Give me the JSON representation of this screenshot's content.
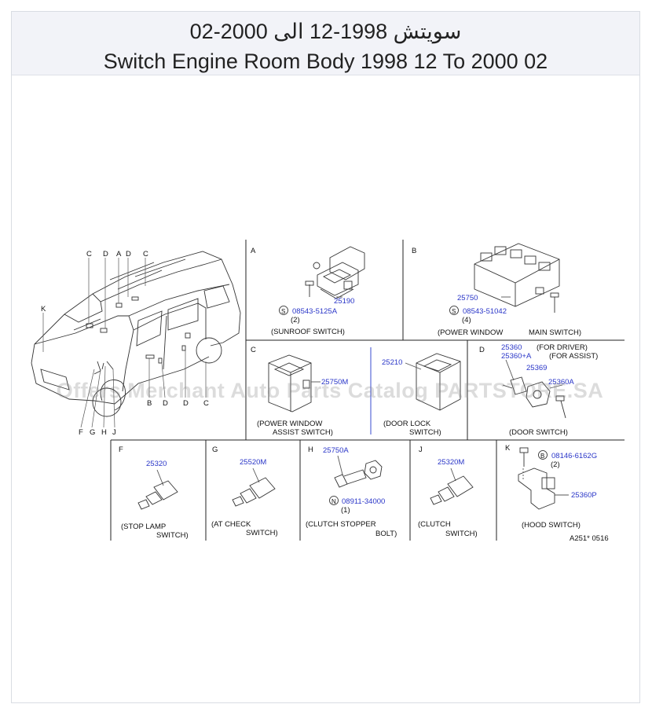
{
  "header": {
    "title_ar": "سويتش 1998-12 الى 2000-02",
    "title_en": "Switch Engine Room Body 1998 12 To 2000 02"
  },
  "watermark": "Offers Merchant Auto Parts Catalog PARTSTORE.SA",
  "vehicle": {
    "top_letters": [
      "C",
      "D",
      "A",
      "D",
      "C"
    ],
    "side_letter": "K",
    "bottom_letters": [
      "F",
      "G",
      "H",
      "J"
    ],
    "lower_letters": [
      "B",
      "D",
      "D",
      "C"
    ]
  },
  "panels": {
    "A": {
      "letter": "A",
      "part": "25190",
      "screw_symbol": "S",
      "screw": "08543-5125A",
      "qty": "(2)",
      "caption": "(SUNROOF   SWITCH)"
    },
    "B": {
      "letter": "B",
      "part": "25750",
      "screw_symbol": "S",
      "screw": "08543-51042",
      "qty": "(4)",
      "caption1": "(POWER   WINDOW",
      "caption2": "MAIN   SWITCH)"
    },
    "C": {
      "letter": "C",
      "part1": "25750M",
      "caption1a": "(POWER   WINDOW",
      "caption1b": "ASSIST   SWITCH)",
      "part2": "25210",
      "caption2a": "(DOOR   LOCK",
      "caption2b": "SWITCH)"
    },
    "D": {
      "letter": "D",
      "part1": "25360",
      "note1": "(FOR   DRIVER)",
      "part2": "25360+A",
      "note2": "(FOR   ASSIST)",
      "part3": "25369",
      "part4": "25360A",
      "caption": "(DOOR   SWITCH)"
    },
    "F": {
      "letter": "F",
      "part": "25320",
      "caption1": "(STOP   LAMP",
      "caption2": "SWITCH)"
    },
    "G": {
      "letter": "G",
      "part": "25520M",
      "caption1": "(AT   CHECK",
      "caption2": "SWITCH)"
    },
    "H": {
      "letter": "H",
      "part": "25750A",
      "nut_symbol": "N",
      "nut": "08911-34000",
      "qty": "(1)",
      "caption1": "(CLUTCH   STOPPER",
      "caption2": "BOLT)"
    },
    "J": {
      "letter": "J",
      "part": "25320M",
      "caption1": "(CLUTCH",
      "caption2": "SWITCH)"
    },
    "K": {
      "letter": "K",
      "bolt_symbol": "B",
      "bolt": "08146-6162G",
      "qty": "(2)",
      "part": "25360P",
      "caption": "(HOOD   SWITCH)"
    }
  },
  "ref_code": "A251*   0516",
  "colors": {
    "part_number": "#2a36c8",
    "line": "#222222",
    "header_bg": "#f2f3f8"
  }
}
